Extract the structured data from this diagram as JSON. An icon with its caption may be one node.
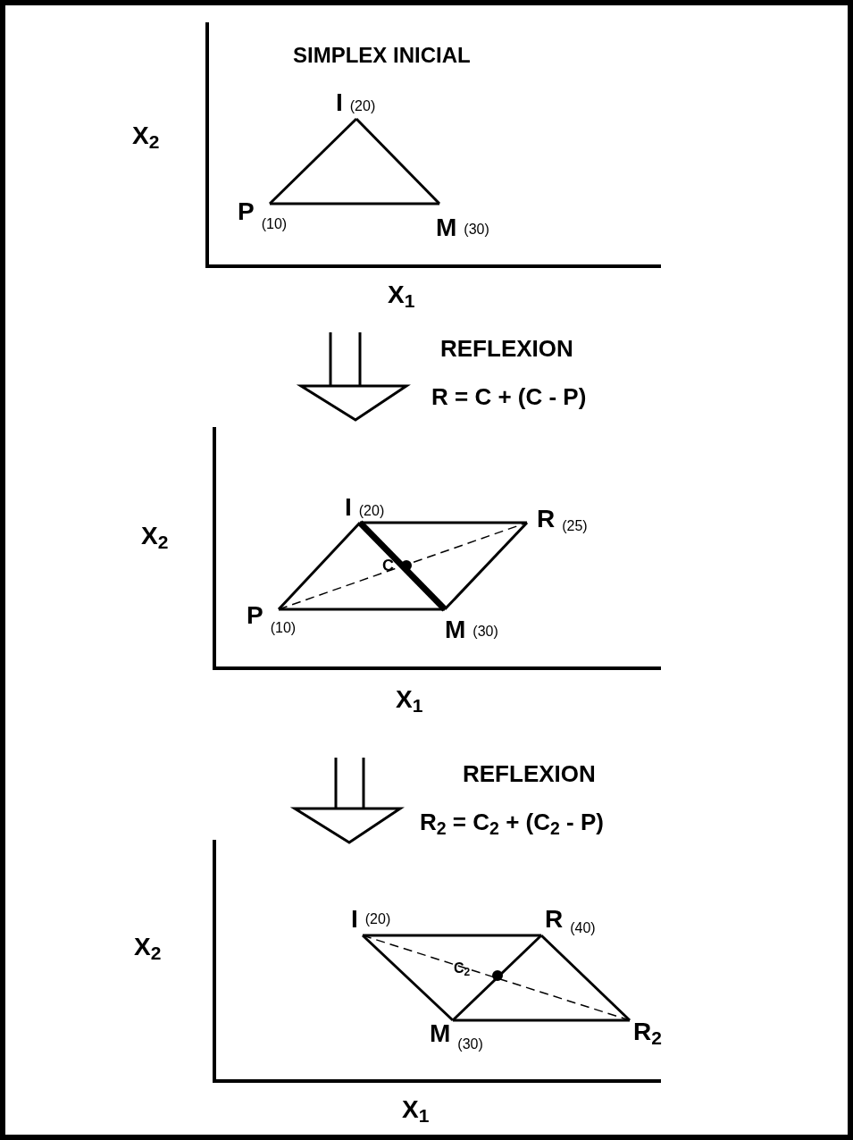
{
  "diagram": {
    "title": "SIMPLEX INICIAL",
    "nodes": [
      {
        "text": [
          "I"
        ],
        "beside": [
          "(20)"
        ]
      },
      {
        "text": [
          "P"
        ],
        "beside": [
          "(10)"
        ]
      },
      {
        "text": [
          "M"
        ],
        "beside": [
          "(30)"
        ]
      },
      {
        "text": [
          "I"
        ],
        "beside": [
          "(20)"
        ]
      },
      {
        "text": [
          "R"
        ],
        "beside": [
          "(25)"
        ]
      },
      {
        "text": [
          "P"
        ],
        "beside": [
          "(10)"
        ]
      },
      {
        "text": [
          "M"
        ],
        "beside": [
          "(30)"
        ]
      },
      {
        "text": [
          "I"
        ],
        "beside": [
          "(20)"
        ]
      },
      {
        "text": [
          "R"
        ],
        "beside": [
          "(40)"
        ]
      },
      {
        "text": [
          "M"
        ],
        "beside": [
          "(30)"
        ]
      },
      {
        "text": [
          "R$_{2}$"
        ]
      }
    ],
    "edges": [
      {
        "from": 1,
        "to": 0,
        "arrow": "none"
      },
      {
        "from": 0,
        "to": 2,
        "arrow": "none"
      },
      {
        "from": 1,
        "to": 2,
        "arrow": "none"
      },
      {
        "from": 5,
        "to": 3,
        "arrow": "none"
      },
      {
        "from": 3,
        "to": 4,
        "arrow": "none"
      },
      {
        "from": 4,
        "to": 6,
        "arrow": "none"
      },
      {
        "from": 3,
        "to": 6,
        "arrow": "none",
        "style": "thick"
      },
      {
        "from": 5,
        "to": 6,
        "arrow": "none"
      },
      {
        "from": 5,
        "to": 4,
        "arrow": "none",
        "style": "dashed"
      },
      {
        "from": 7,
        "to": 8,
        "arrow": "none"
      },
      {
        "from": 8,
        "to": 10,
        "arrow": "none"
      },
      {
        "from": 7,
        "to": 9,
        "arrow": "none"
      },
      {
        "from": 9,
        "to": 10,
        "arrow": "none"
      },
      {
        "from": 9,
        "to": 8,
        "arrow": "none"
      },
      {
        "from": 7,
        "to": 10,
        "arrow": "none",
        "style": "dashed"
      }
    ],
    "labels": [
      "X$_{2}$",
      "X$_{1}$",
      "REFLEXION",
      "R = C + (C - P)",
      "X$_{2}$",
      "C",
      "X$_{1}$",
      "REFLEXION",
      "R$_{2}$ = C$_{2}$ + (C$_{2}$ - P)",
      "X$_{2}$",
      "C$_{2}$",
      "X$_{1}$"
    ]
  }
}
